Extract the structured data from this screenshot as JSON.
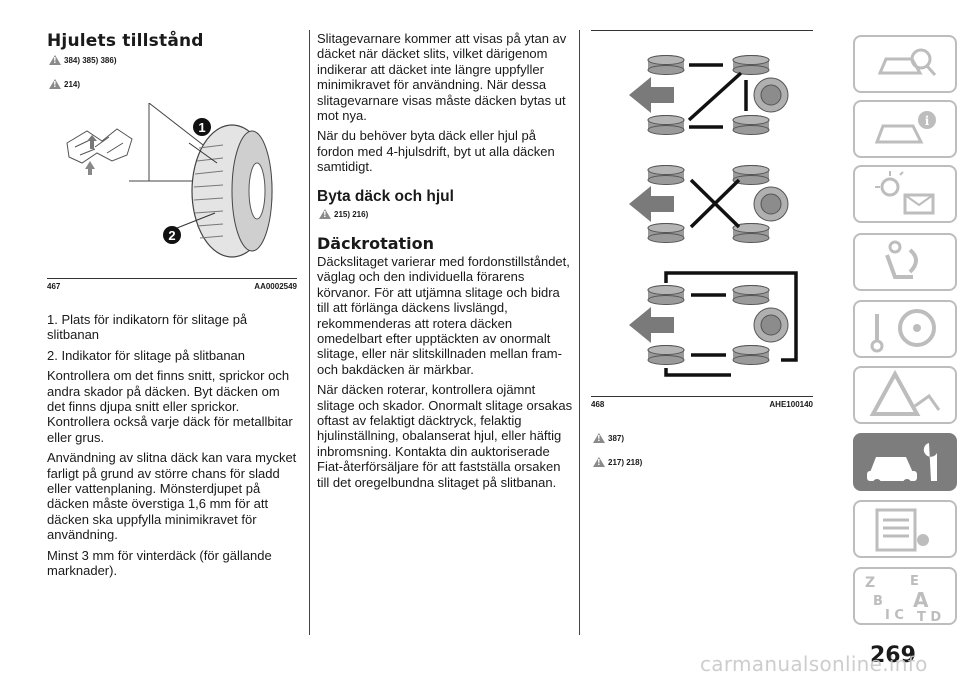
{
  "left": {
    "title": "Hjulets tillstånd",
    "refs": [
      "384) 385) 386)",
      "214)"
    ],
    "figure": {
      "callouts": [
        "1",
        "2"
      ],
      "number": "467",
      "code": "AA0002549"
    },
    "paragraphs": [
      "1. Plats för indikatorn för slitage på slitbanan",
      "2. Indikator för slitage på slitbanan",
      "Kontrollera om det finns snitt, sprickor och andra skador på däcken. Byt däcken om det finns djupa snitt eller sprickor. Kontrollera också varje däck för metallbitar eller grus.",
      "Användning av slitna däck kan vara mycket farligt på grund av större chans för sladd eller vattenplaning. Mönsterdjupet på däcken måste överstiga 1,6 mm för att däcken ska uppfylla minimikravet för användning.",
      "Minst 3 mm för vinterdäck (för gällande marknader)."
    ]
  },
  "middle": {
    "paragraphs_top": [
      "Slitagevarnare kommer att visas på ytan av däcket när däcket slits, vilket därigenom indikerar att däcket inte längre uppfyller minimikravet för användning. När dessa slitagevarnare visas måste däcken bytas ut mot nya.",
      "När du behöver byta däck eller hjul på fordon med 4-hjulsdrift, byt ut alla däcken samtidigt."
    ],
    "subheading": "Byta däck och hjul",
    "subheading_refs": "215) 216)",
    "heading": "Däckrotation",
    "paragraphs_bottom": [
      "Däckslitaget varierar med fordonstillståndet, väglag och den individuella förarens körvanor. För att utjämna slitage och bidra till att förlänga däckens livslängd, rekommenderas att rotera däcken omedelbart efter upptäckten av onormalt slitage, eller när slitskillnaden mellan fram- och bakdäcken är märkbar.",
      "När däcken roterar, kontrollera ojämnt slitage och skador. Onormalt slitage orsakas oftast av felaktigt däcktryck, felaktig hjulinställning, obalanserat hjul, eller häftig inbromsning. Kontakta din auktoriserade Fiat-återförsäljare för att fastställa orsaken till det oregelbundna slitaget på slitbanan."
    ]
  },
  "right": {
    "figure": {
      "number": "468",
      "code": "AHE100140"
    },
    "refs": [
      "387)",
      "217) 218)"
    ]
  },
  "sidebar": {
    "tabs": [
      "car-search-tab",
      "car-info-tab",
      "lights-messages-tab",
      "airbag-seat-tab",
      "starting-driving-tab",
      "emergency-tab",
      "maintenance-tab",
      "technical-data-tab",
      "index-tab"
    ],
    "active": "maintenance-tab"
  },
  "page_number": "269",
  "watermark": "carmanualsonline.info",
  "colors": {
    "tab_active": "#7d7d7d",
    "tab_border": "#bdbdbd",
    "arrow": "#7a7a7a"
  }
}
